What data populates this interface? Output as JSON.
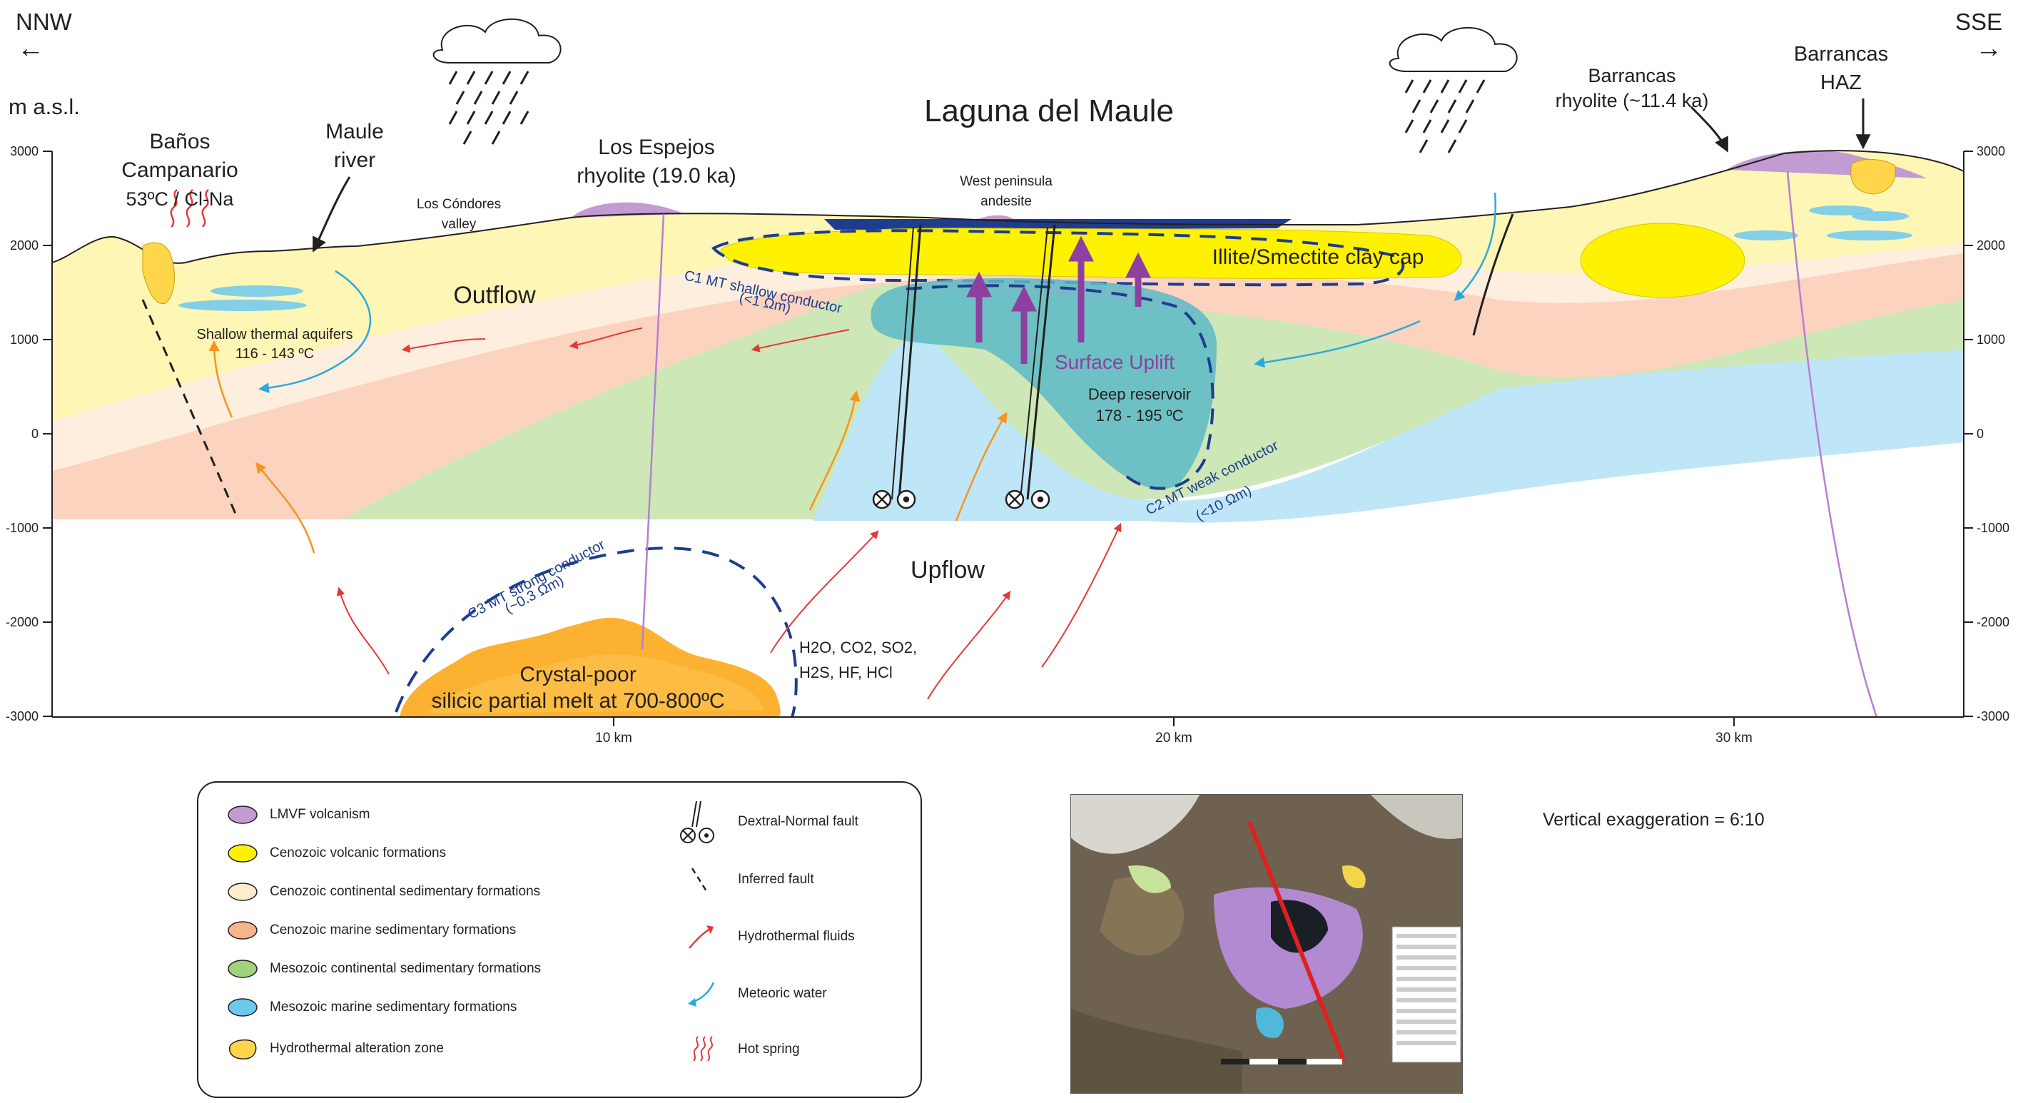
{
  "orientation": {
    "left": "NNW",
    "right": "SSE",
    "left_arrow": "←",
    "right_arrow": "→"
  },
  "axes": {
    "y_unit": "m a.s.l.",
    "y_ticks": [
      "3000",
      "2000",
      "1000",
      "0",
      "-1000",
      "-2000",
      "-3000"
    ],
    "y_ticks_right": [
      "3000",
      "2000",
      "1000",
      "0",
      "-1000",
      "-2000",
      "-3000"
    ],
    "x_ticks": [
      "10 km",
      "20 km",
      "30 km"
    ]
  },
  "title": "Laguna del Maule",
  "labels": {
    "banos_1": "Baños",
    "banos_2": "Campanario",
    "banos_3": "53ºC / Cl-Na",
    "maule_1": "Maule",
    "maule_2": "river",
    "condores_1": "Los Cóndores",
    "condores_2": "valley",
    "espejos_1": "Los Espejos",
    "espejos_2": "rhyolite (19.0 ka)",
    "westpen_1": "West peninsula",
    "westpen_2": "andesite",
    "barrancas_rhy_1": "Barrancas",
    "barrancas_rhy_2": "rhyolite (~11.4 ka)",
    "barrancas_haz_1": "Barrancas",
    "barrancas_haz_2": "HAZ",
    "outflow": "Outflow",
    "upflow": "Upflow",
    "clay_cap": "Illite/Smectite clay cap",
    "c1_1": "C1 MT shallow conductor",
    "c1_2": "(<1 Ωm)",
    "c2_1": "C2 MT weak conductor",
    "c2_2": "(<10 Ωm)",
    "c3_1": "C3 MT strong conductor",
    "c3_2": "(~0.3 Ωm)",
    "aquifer_1": "Shallow thermal aquifers",
    "aquifer_2": "116 - 143 ºC",
    "uplift": "Surface Uplift",
    "reservoir_1": "Deep reservoir",
    "reservoir_2": "178 - 195 ºC",
    "melt_1": "Crystal-poor",
    "melt_2": "silicic partial melt at 700-800ºC",
    "gases_1": "H2O, CO2, SO2,",
    "gases_2": "H2S, HF, HCl"
  },
  "legend": {
    "left": [
      {
        "label": "LMVF volcanism",
        "color": "#c39bd3"
      },
      {
        "label": "Cenozoic volcanic formations",
        "color": "#fff200"
      },
      {
        "label": "Cenozoic continental sedimentary formations",
        "color": "#fdecd0"
      },
      {
        "label": "Cenozoic marine sedimentary formations",
        "color": "#f9b58a"
      },
      {
        "label": "Mesozoic continental sedimentary formations",
        "color": "#9fd37c"
      },
      {
        "label": "Mesozoic marine sedimentary formations",
        "color": "#6cc8ee"
      },
      {
        "label": "Hydrothermal alteration zone",
        "color": "#ffd54a"
      }
    ],
    "right": [
      {
        "label": "Dextral-Normal fault"
      },
      {
        "label": "Inferred fault"
      },
      {
        "label": "Hydrothermal fluids",
        "color": "#e53935"
      },
      {
        "label": "Meteoric water",
        "color": "#29a9e0"
      },
      {
        "label": "Hot spring",
        "color": "#e53935"
      }
    ]
  },
  "vertical_exaggeration": "Vertical exaggeration = 6:10"
}
